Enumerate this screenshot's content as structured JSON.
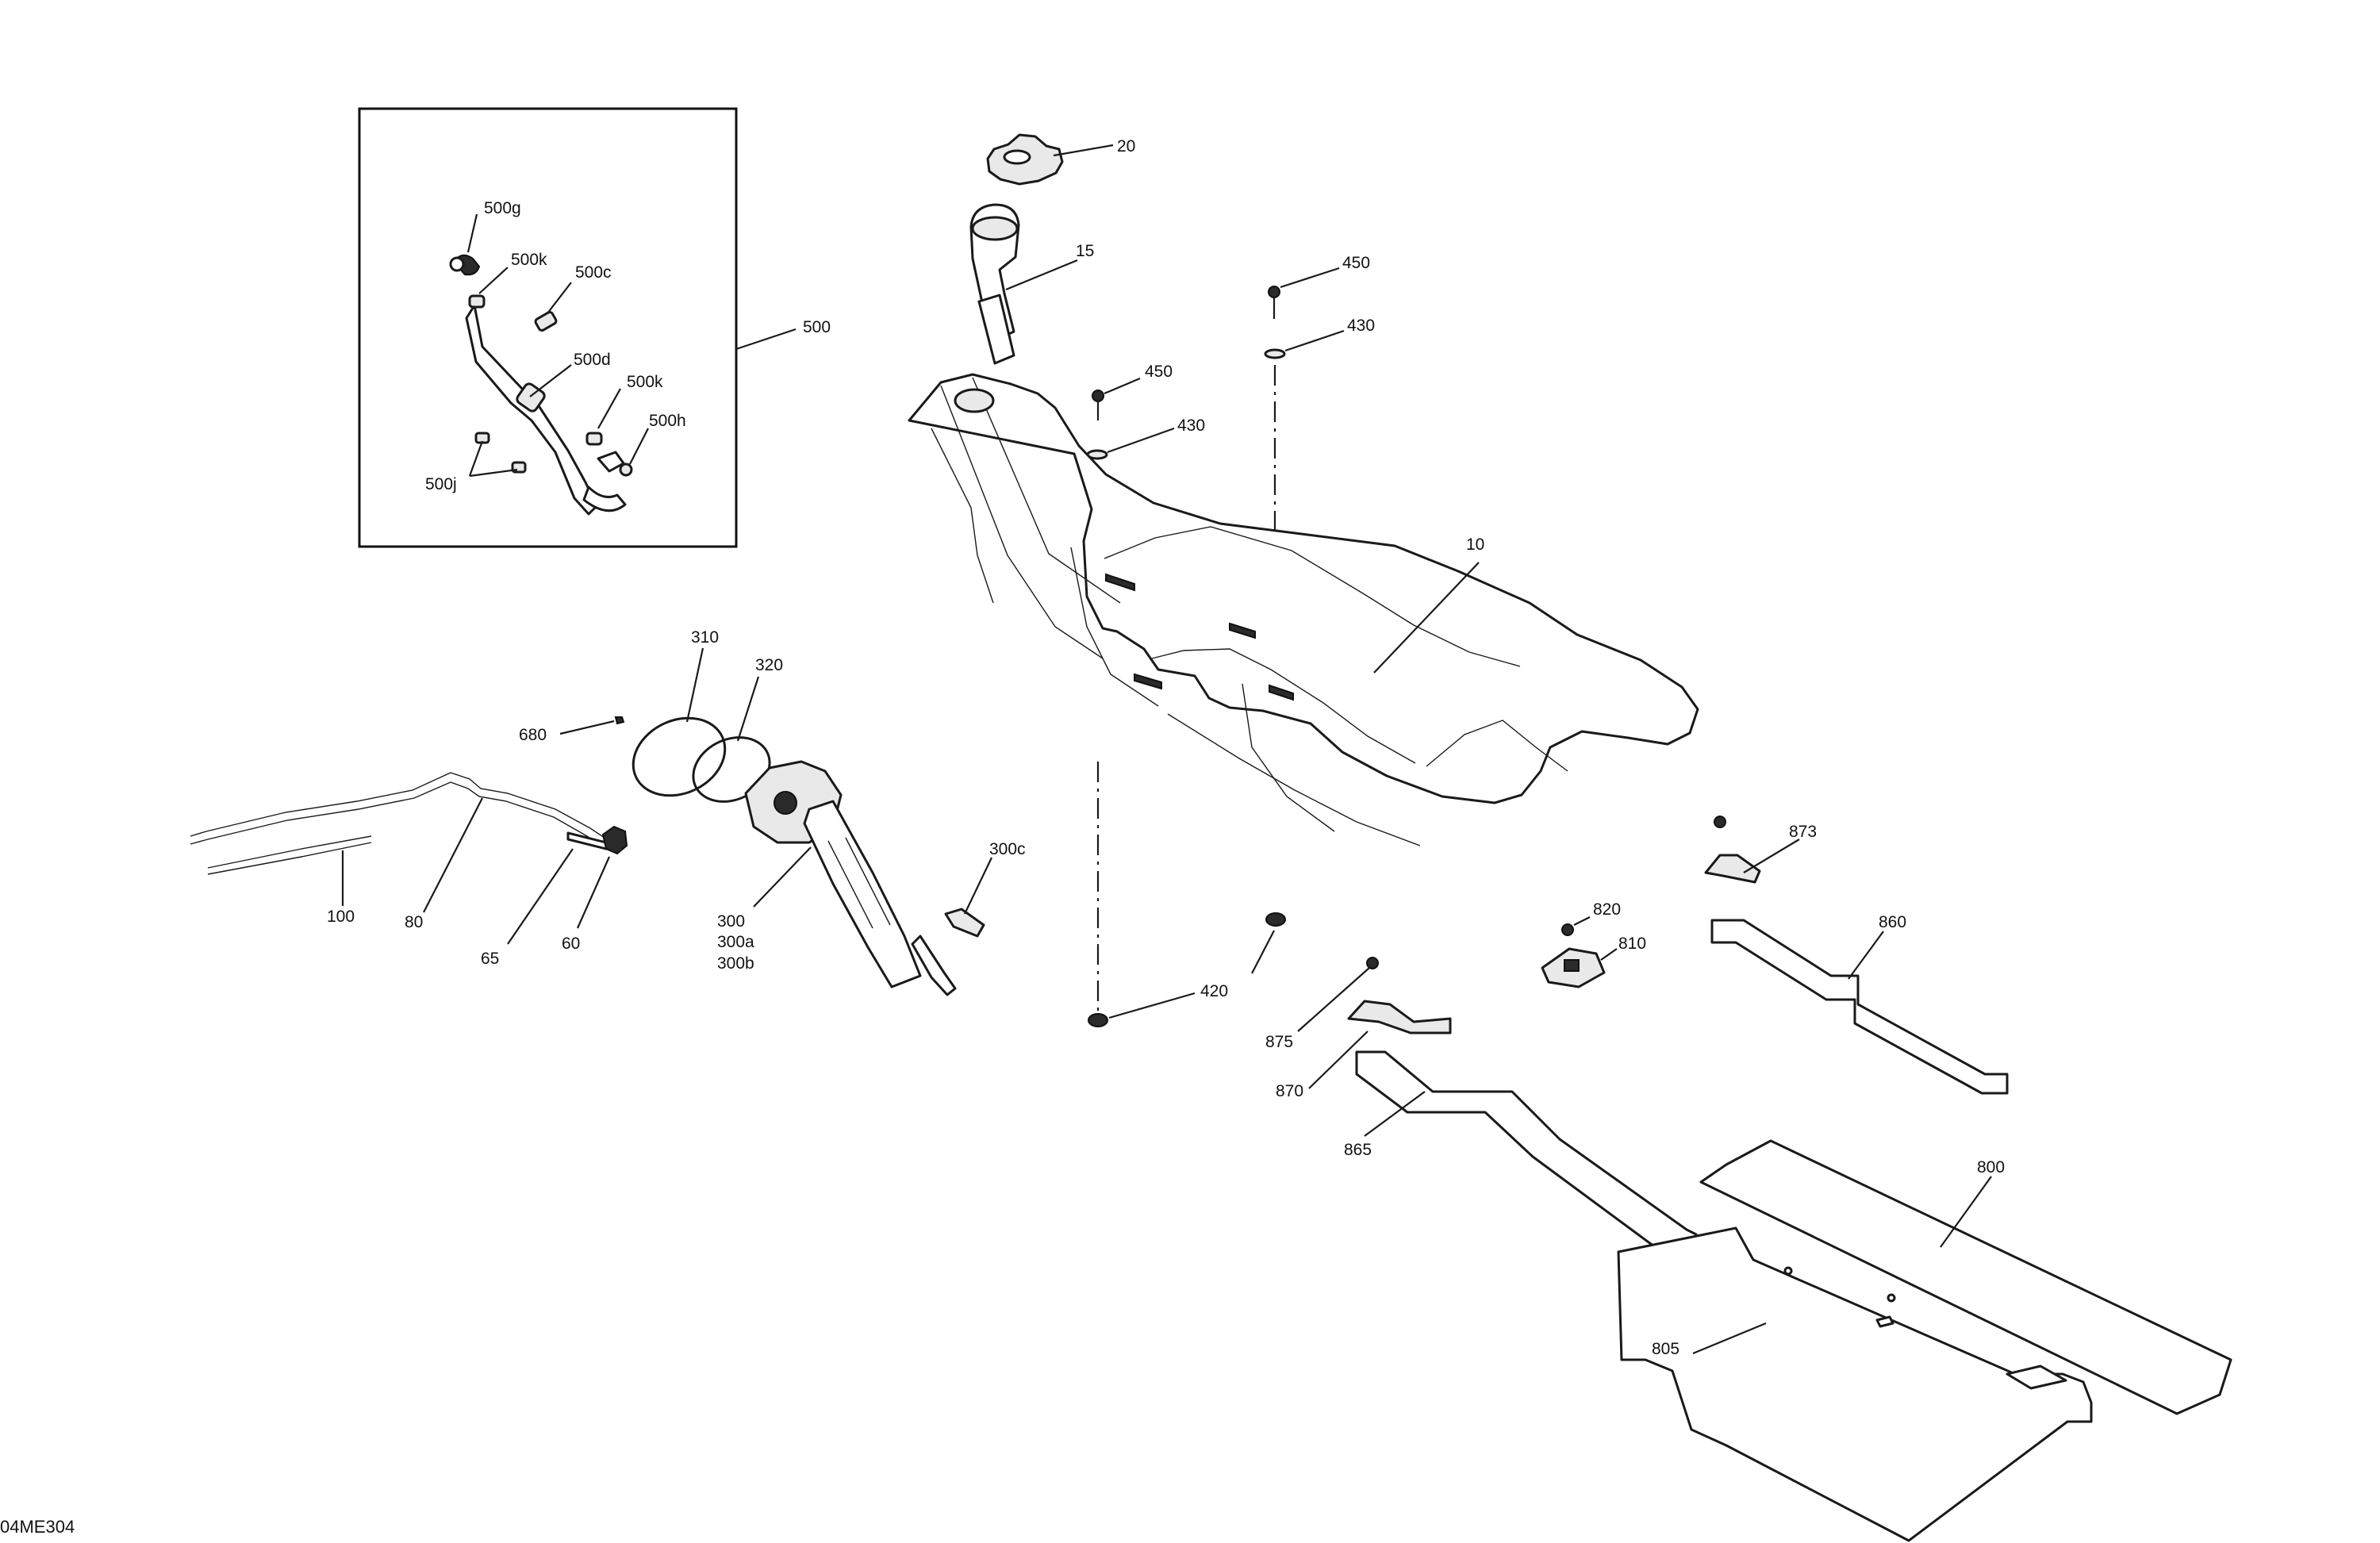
{
  "diagram": {
    "code": "04ME304",
    "callouts": {
      "c10": "10",
      "c15": "15",
      "c20": "20",
      "c60": "60",
      "c65": "65",
      "c80": "80",
      "c100": "100",
      "c300": "300",
      "c300a": "300a",
      "c300b": "300b",
      "c300c": "300c",
      "c310": "310",
      "c320": "320",
      "c420": "420",
      "c430a": "430",
      "c430b": "430",
      "c450a": "450",
      "c450b": "450",
      "c500": "500",
      "c500c": "500c",
      "c500d": "500d",
      "c500g": "500g",
      "c500h": "500h",
      "c500j": "500j",
      "c500k1": "500k",
      "c500k2": "500k",
      "c680": "680",
      "c800": "800",
      "c805": "805",
      "c810": "810",
      "c820": "820",
      "c860": "860",
      "c865": "865",
      "c870": "870",
      "c873": "873",
      "c875": "875"
    }
  }
}
